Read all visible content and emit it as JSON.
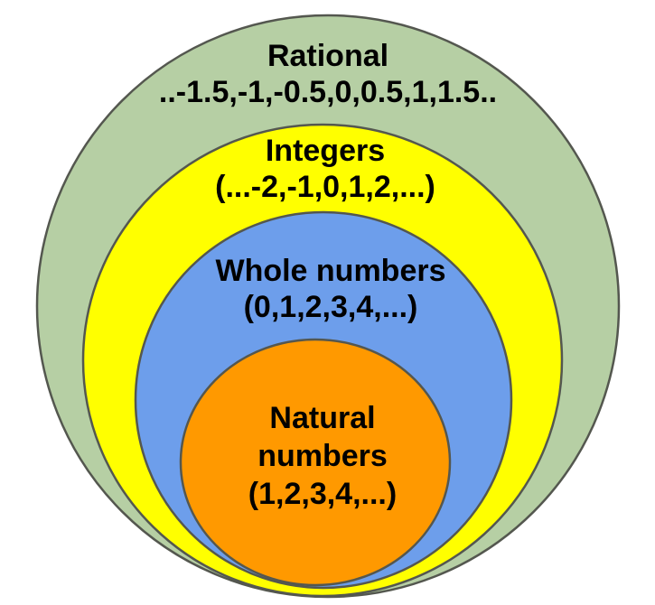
{
  "diagram": {
    "outline_color": "#54574f",
    "text_color": "#000000",
    "background_color": "#ffffff",
    "sets": [
      {
        "name": "rational",
        "label": "Rational",
        "values": "..-1.5,-1,-0.5,0,0.5,1,1.5..",
        "fill_color": "#b6cfa4"
      },
      {
        "name": "integers",
        "label": "Integers",
        "values": "(...-2,-1,0,1,2,...)",
        "fill_color": "#ffff00"
      },
      {
        "name": "whole_numbers",
        "label": "Whole numbers",
        "values": "(0,1,2,3,4,...)",
        "fill_color": "#6d9eeb"
      },
      {
        "name": "natural_numbers",
        "label": "Natural numbers",
        "values": "(1,2,3,4,...)",
        "fill_color": "#ff9900"
      }
    ]
  }
}
